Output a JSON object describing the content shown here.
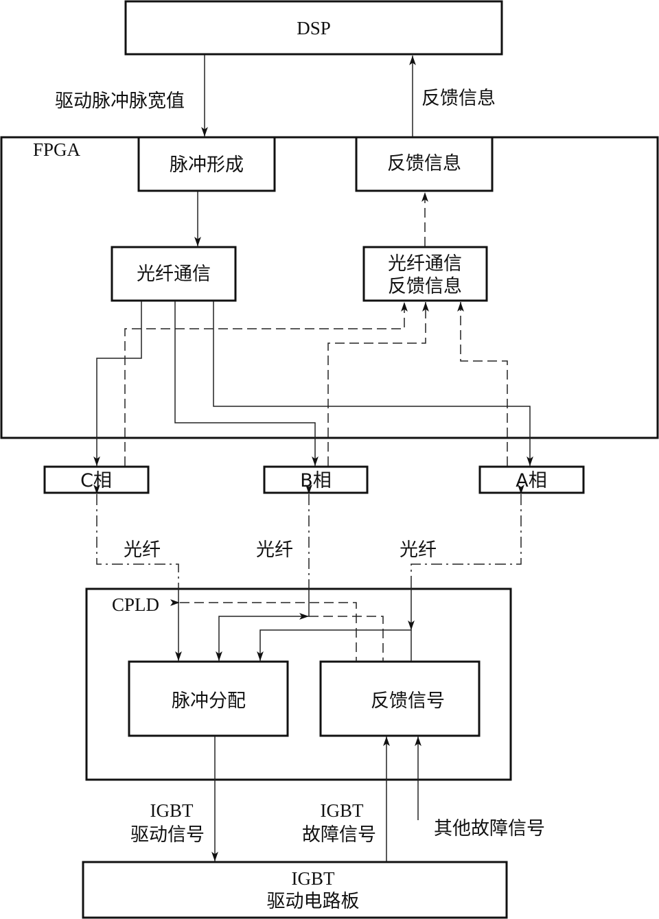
{
  "dsp": {
    "label": "DSP"
  },
  "fpga": {
    "label": "FPGA",
    "pulse_form": "脉冲形成",
    "feedback": "反馈信息",
    "fiber_comm": "光纤通信",
    "fiber_feedback_line1": "光纤通信",
    "fiber_feedback_line2": "反馈信息"
  },
  "edges": {
    "dsp_to_fpga": "驱动脉冲脉宽值",
    "fpga_to_dsp": "反馈信息"
  },
  "phases": {
    "c": "C相",
    "b": "B相",
    "a": "A相"
  },
  "fiber": {
    "c": "光纤",
    "b": "光纤",
    "a": "光纤"
  },
  "cpld": {
    "label": "CPLD",
    "pulse_dist": "脉冲分配",
    "feedback_signal": "反馈信号"
  },
  "signals": {
    "igbt_drive_line1": "IGBT",
    "igbt_drive_line2": "驱动信号",
    "igbt_fault_line1": "IGBT",
    "igbt_fault_line2": "故障信号",
    "other_fault": "其他故障信号"
  },
  "board": {
    "line1": "IGBT",
    "line2": "驱动电路板"
  }
}
